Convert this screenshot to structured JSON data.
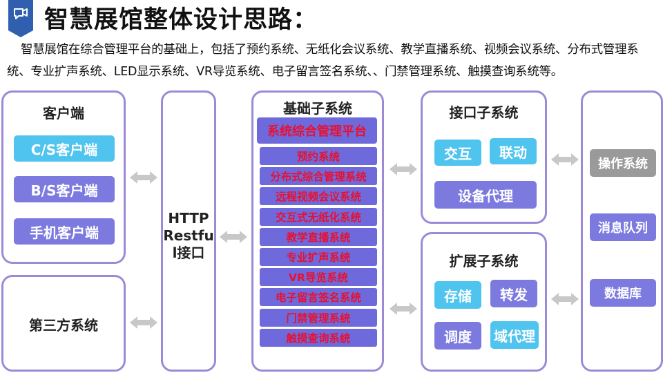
{
  "header": {
    "title": "智慧展馆整体设计思路：",
    "description": "智慧展馆在综合管理平台的基础上，包括了预约系统、无纸化会议系统、教学直播系统、视频会议系统、分布式管理系统、专业扩声系统、LED显示系统、VR导览系统、电子留言签名系统、、门禁管理系统、触摸查询系统等。"
  },
  "client": {
    "title": "客户端",
    "items": [
      "C/S客户端",
      "B/S客户端",
      "手机客户端"
    ]
  },
  "third_party": {
    "title": "第三方系统"
  },
  "http": {
    "line1": "HTTP",
    "line2": "Restfu",
    "line3": "l接口"
  },
  "base": {
    "title": "基础子系统",
    "main": "系统综合管理平台",
    "items": [
      "预约系统",
      "分布式综合管理系统",
      "远程视频会议系统",
      "交互式无纸化系统",
      "教学直播系统",
      "专业扩声系统",
      "VR导览系统",
      "电子留言签名系统",
      "门禁管理系统",
      "触摸查询系统"
    ]
  },
  "interface": {
    "title": "接口子系统",
    "items": [
      "交互",
      "联动",
      "设备代理"
    ]
  },
  "extension": {
    "title": "扩展子系统",
    "items": [
      "存储",
      "转发",
      "调度",
      "域代理"
    ]
  },
  "infra": {
    "items": [
      "操作系统",
      "消息队列",
      "数据库"
    ]
  },
  "colors": {
    "panel_border": "#9c8ad8",
    "chip_cyan": "#4fc4ee",
    "chip_purple": "#7c7adf",
    "chip_gray": "#9a9a9a",
    "sub_bg": "#6f6adc",
    "sub_text": "#e8102f",
    "header_badge": "#2f5fae"
  },
  "icons": {
    "header_badge": "video-chat-icon",
    "arrows": "double-arrow-icon"
  }
}
